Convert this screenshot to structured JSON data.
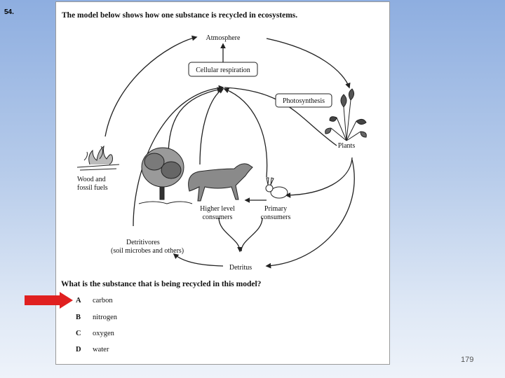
{
  "slide": {
    "number_label": "54.",
    "page_number": "179"
  },
  "worksheet": {
    "prompt": "The model below shows how one substance is recycled in ecosystems.",
    "diagram": {
      "nodes": {
        "atmosphere": "Atmosphere",
        "cellular_respiration": "Cellular respiration",
        "photosynthesis": "Photosynthesis",
        "plants": "Plants",
        "wood_fuels_line1": "Wood and",
        "wood_fuels_line2": "fossil fuels",
        "higher_consumers_line1": "Higher level",
        "higher_consumers_line2": "consumers",
        "primary_consumers_line1": "Primary",
        "primary_consumers_line2": "consumers",
        "detritivores_line1": "Detritivores",
        "detritivores_line2": "(soil microbes and others)",
        "detritus": "Detritus"
      }
    },
    "question": "What is the substance that is being recycled in this model?",
    "choices": [
      {
        "letter": "A",
        "text": "carbon"
      },
      {
        "letter": "B",
        "text": "nitrogen"
      },
      {
        "letter": "C",
        "text": "oxygen"
      },
      {
        "letter": "D",
        "text": "water"
      }
    ],
    "highlighted_choice": "A",
    "pointer_color": "#e02020"
  }
}
